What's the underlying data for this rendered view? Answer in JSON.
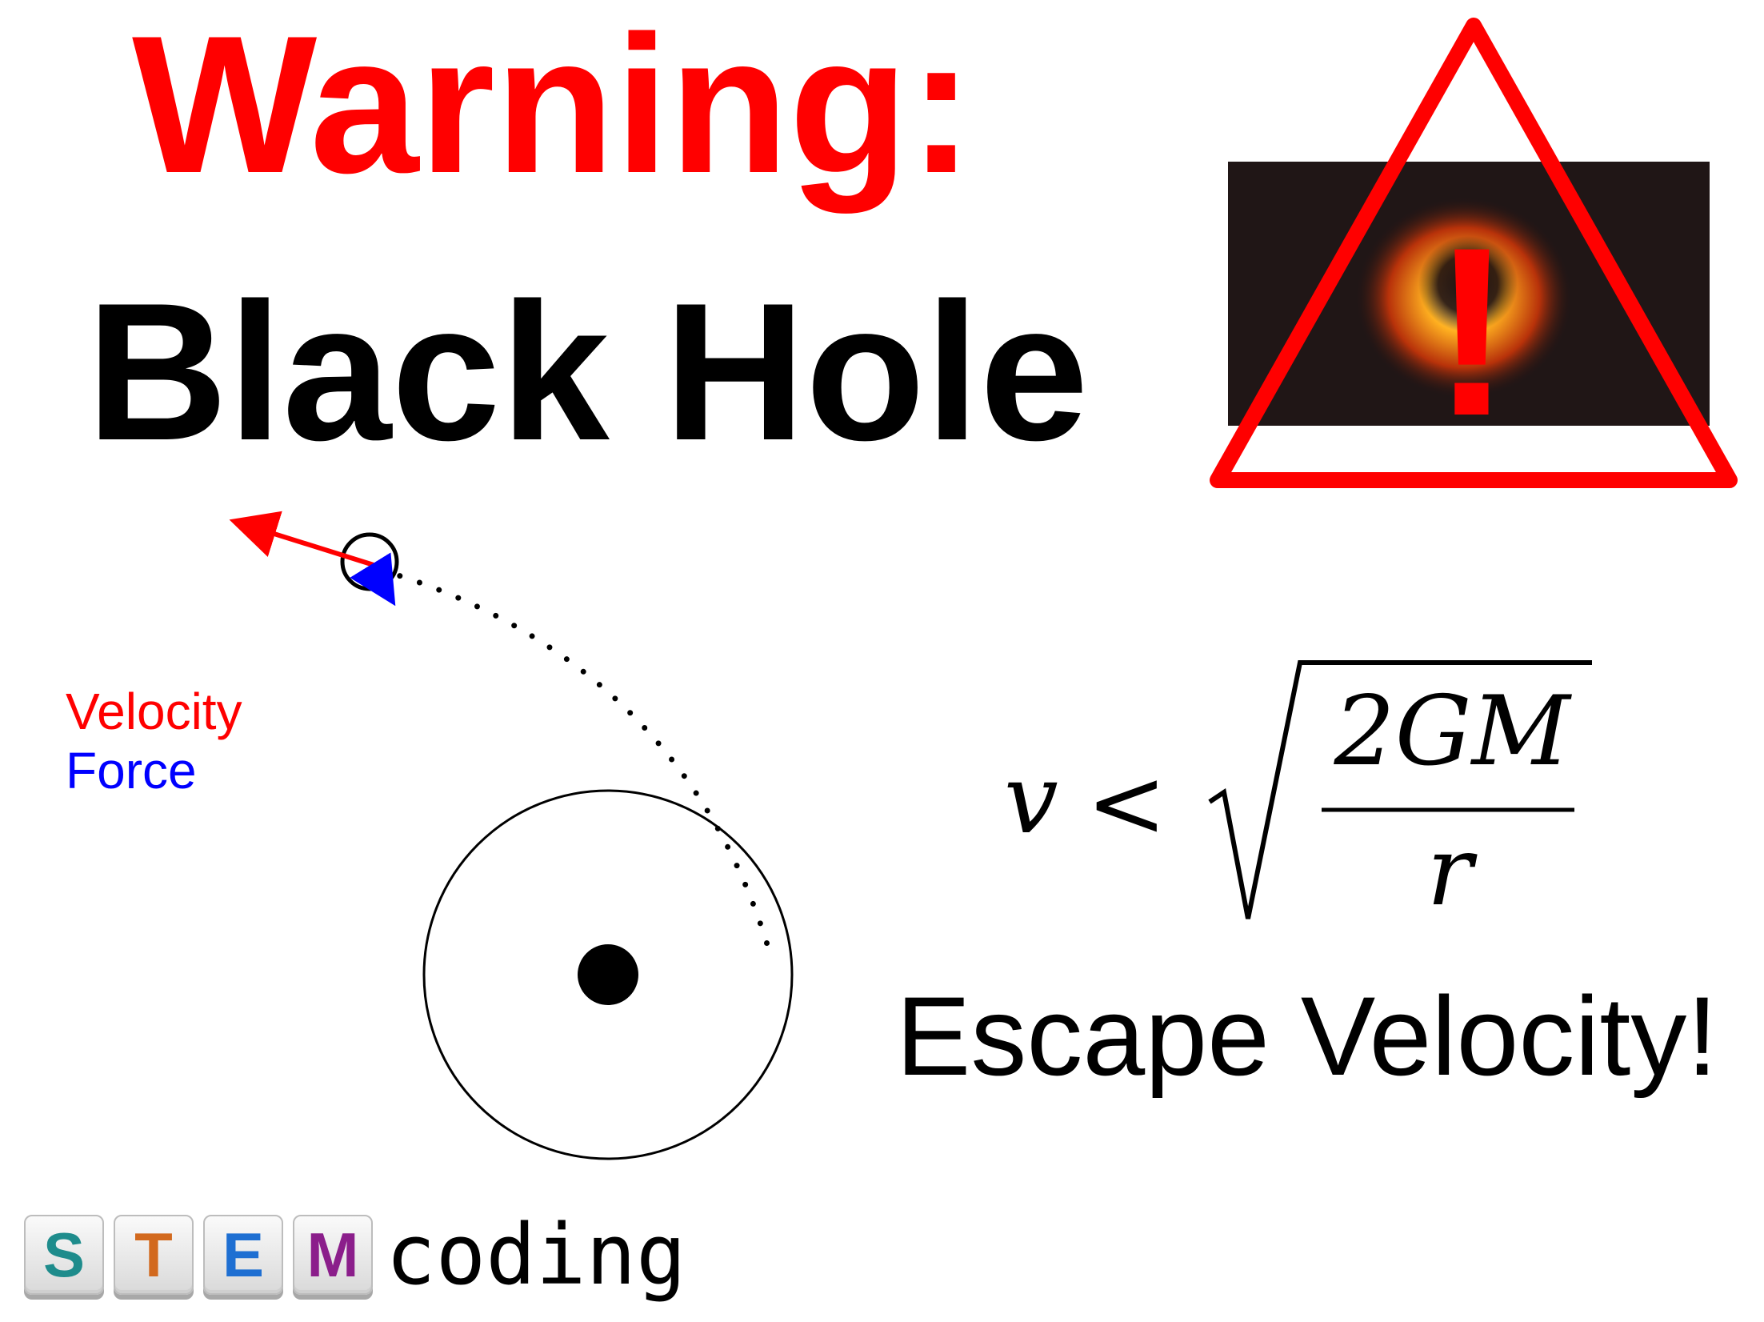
{
  "title": {
    "line1": "Warning:",
    "line2": "Black Hole",
    "line1_color": "#ff0000",
    "line2_color": "#000000"
  },
  "warning_sign": {
    "symbol": "!",
    "color": "#ff0000",
    "image_description_icon": "black-hole-image"
  },
  "legend": {
    "items": [
      {
        "label": "Velocity",
        "color": "#ff0000"
      },
      {
        "label": "Force",
        "color": "#0000ff"
      }
    ]
  },
  "formula": {
    "lhs": "v",
    "relation": "<",
    "numerator": "2GM",
    "denominator": "r"
  },
  "caption": "Escape Velocity!",
  "logo": {
    "keys": [
      {
        "letter": "S",
        "color": "#1e8c8c"
      },
      {
        "letter": "T",
        "color": "#d2691e"
      },
      {
        "letter": "E",
        "color": "#1e6fd2"
      },
      {
        "letter": "M",
        "color": "#8b1e8b"
      }
    ],
    "text": "coding"
  }
}
